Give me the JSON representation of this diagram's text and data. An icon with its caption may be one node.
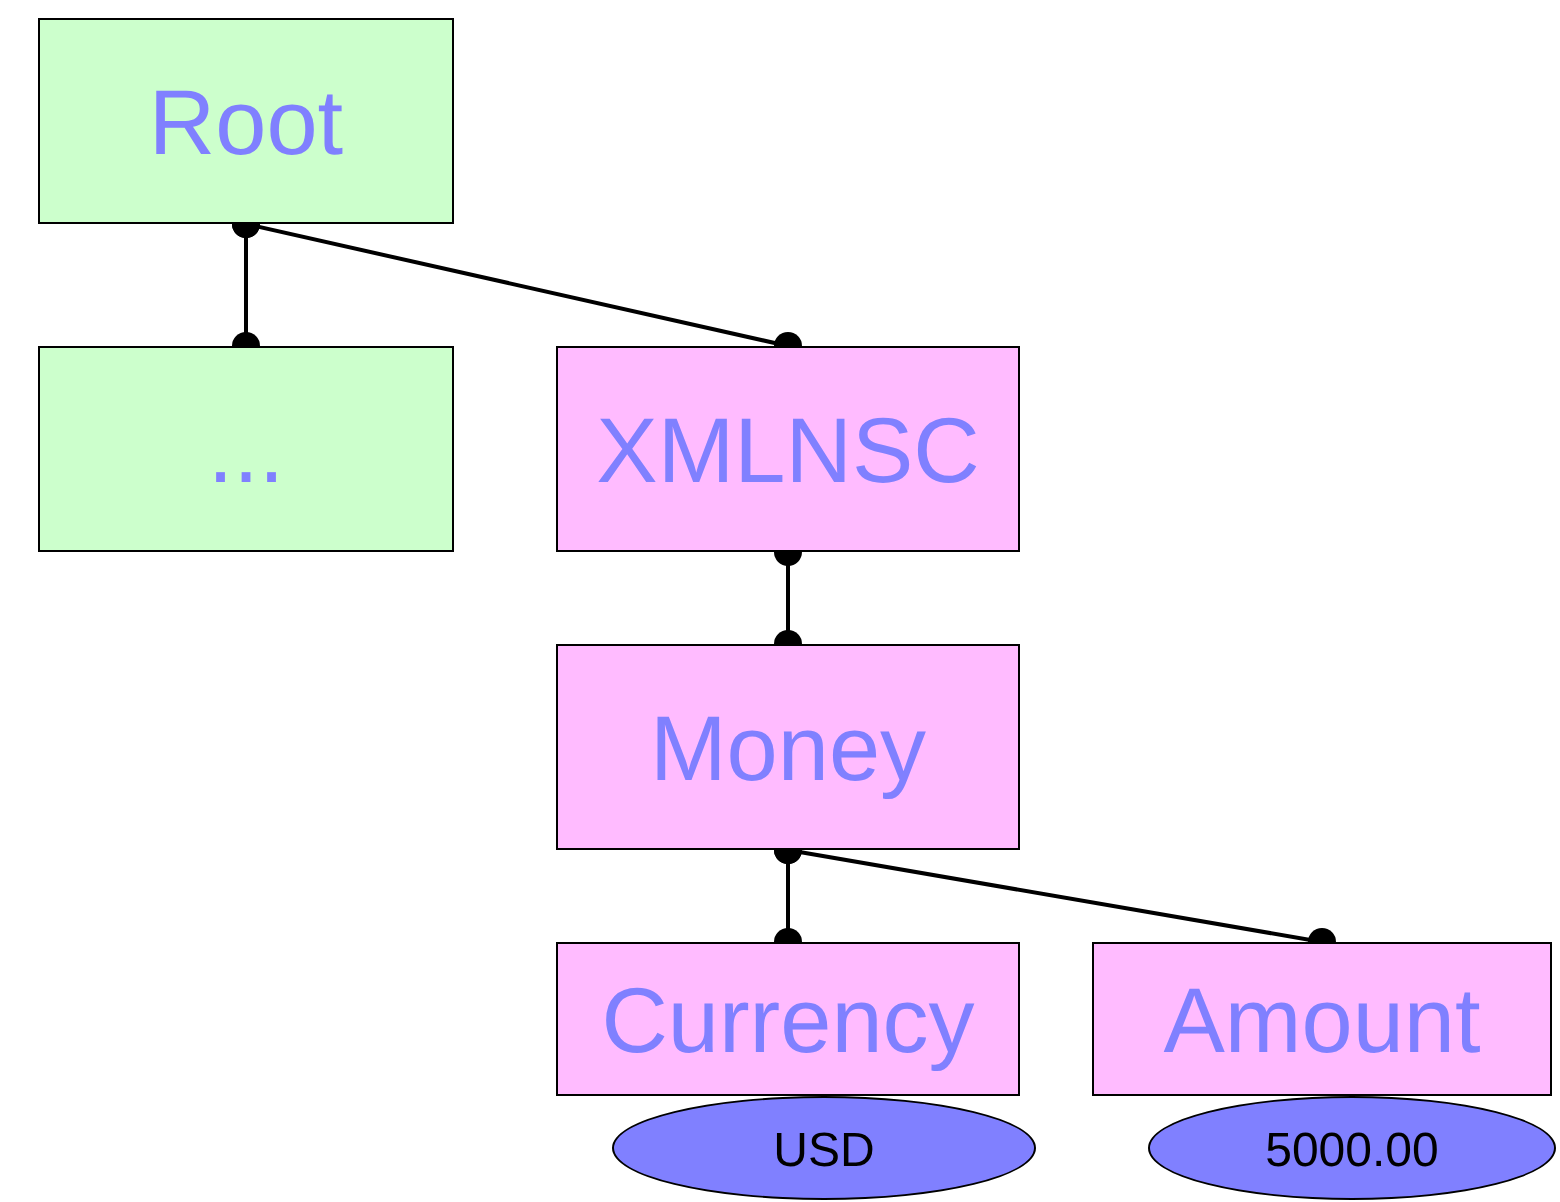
{
  "diagram": {
    "nodes": [
      {
        "text": [
          "Root"
        ]
      },
      {
        "text": [
          "..."
        ]
      },
      {
        "text": [
          "XMLNSC"
        ]
      },
      {
        "text": [
          "Money"
        ]
      },
      {
        "text": [
          "Currency"
        ]
      },
      {
        "text": [
          "Amount"
        ]
      },
      {
        "text": [
          "USD"
        ]
      },
      {
        "text": [
          "5000.00"
        ]
      }
    ],
    "edges": [
      {
        "from": 0,
        "to": 1,
        "arrow": "other"
      },
      {
        "from": 0,
        "to": 2,
        "arrow": "other"
      },
      {
        "from": 2,
        "to": 3,
        "arrow": "other"
      },
      {
        "from": 3,
        "to": 4,
        "arrow": "other"
      },
      {
        "from": 3,
        "to": 5,
        "arrow": "other"
      }
    ]
  }
}
